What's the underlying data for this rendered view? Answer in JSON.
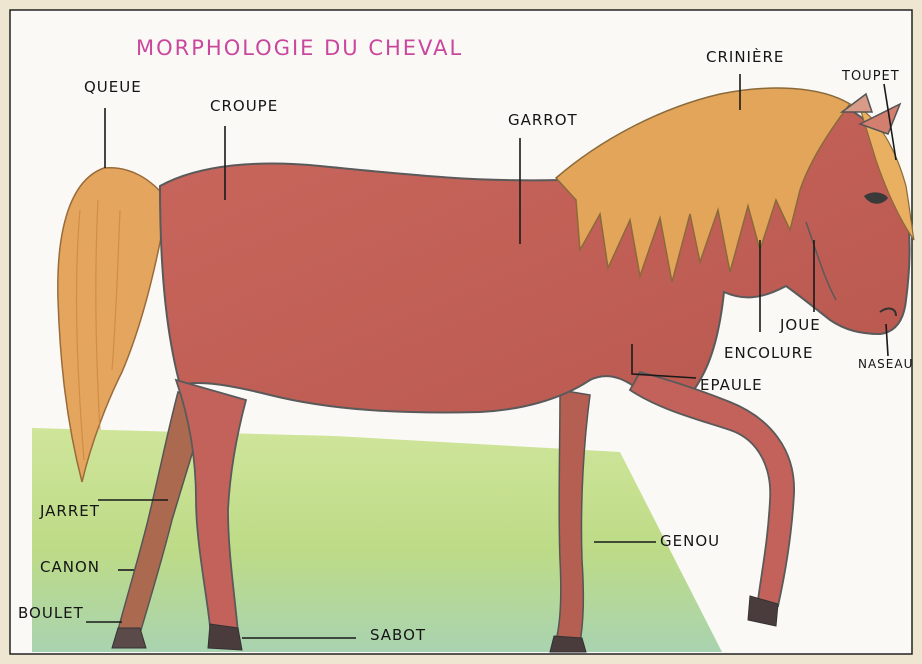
{
  "title": "MORPHOLOGIE DU CHEVAL",
  "labels": {
    "queue": "QUEUE",
    "croupe": "CROUPE",
    "garrot": "GARROT",
    "criniere": "CRINIÈRE",
    "toupet": "TOUPET",
    "joue": "JOUE",
    "naseau": "NASEAU",
    "encolure": "ENCOLURE",
    "epaule": "EPAULE",
    "jarret": "JARRET",
    "canon": "CANON",
    "boulet": "BOULET",
    "genou": "GENOU",
    "sabot": "SABOT"
  },
  "colors": {
    "coat": "#c8685e",
    "mane": "#e2a55a",
    "grass": "#c5df8f",
    "title": "#c9479c"
  }
}
